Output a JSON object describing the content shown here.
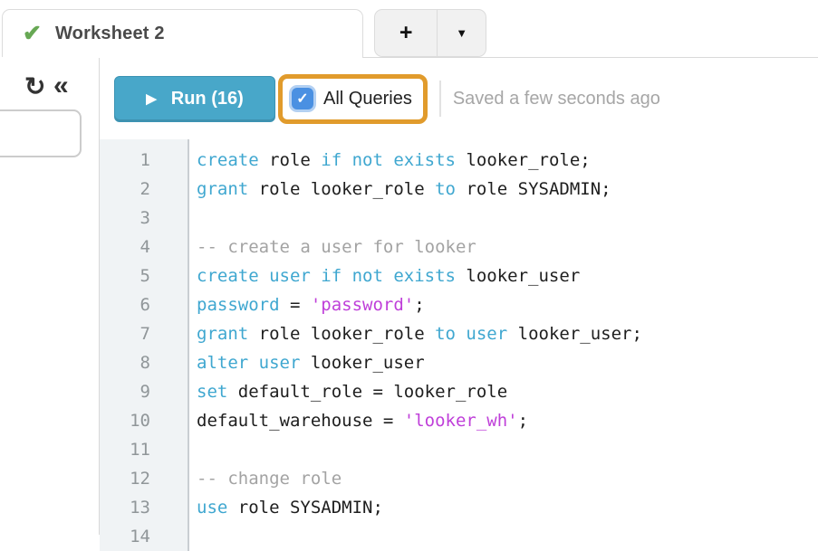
{
  "tabs": {
    "active": {
      "label": "Worksheet 2",
      "status_icon": "green-check"
    },
    "new_tab_label": "+",
    "tab_menu_label": "▼"
  },
  "sidebar": {
    "refresh_icon": "↻",
    "collapse_icon": "«"
  },
  "toolbar": {
    "run_label": "Run (16)",
    "play_icon": "▶",
    "all_queries_label": "All Queries",
    "checkbox_checked": true,
    "checkbox_glyph": "✓",
    "saved_status": "Saved a few seconds ago"
  },
  "icons": {
    "tab_check_glyph": "✔"
  },
  "colors": {
    "keyword": "#3fa7d0",
    "string": "#bf3fd9",
    "comment": "#a3a3a3",
    "run_button": "#48a7c9",
    "highlight_orange": "#e19b2c",
    "checkbox_blue": "#4a90e2",
    "check_green": "#67a854"
  },
  "editor": {
    "language": "sql",
    "lines": [
      {
        "n": 1,
        "segments": [
          {
            "text": "create",
            "type": "kw"
          },
          {
            "text": " role ",
            "type": "p"
          },
          {
            "text": "if not exists",
            "type": "kw"
          },
          {
            "text": " looker_role;",
            "type": "p"
          }
        ]
      },
      {
        "n": 2,
        "segments": [
          {
            "text": "grant",
            "type": "kw"
          },
          {
            "text": " role looker_role ",
            "type": "p"
          },
          {
            "text": "to",
            "type": "kw"
          },
          {
            "text": " role SYSADMIN;",
            "type": "p"
          }
        ]
      },
      {
        "n": 3,
        "segments": []
      },
      {
        "n": 4,
        "segments": [
          {
            "text": "-- create a user for looker",
            "type": "com"
          }
        ]
      },
      {
        "n": 5,
        "segments": [
          {
            "text": "create user if not exists",
            "type": "kw"
          },
          {
            "text": " looker_user",
            "type": "p"
          }
        ]
      },
      {
        "n": 6,
        "segments": [
          {
            "text": "password",
            "type": "kw"
          },
          {
            "text": " = ",
            "type": "p"
          },
          {
            "text": "'password'",
            "type": "str"
          },
          {
            "text": ";",
            "type": "p"
          }
        ]
      },
      {
        "n": 7,
        "segments": [
          {
            "text": "grant",
            "type": "kw"
          },
          {
            "text": " role looker_role ",
            "type": "p"
          },
          {
            "text": "to user",
            "type": "kw"
          },
          {
            "text": " looker_user;",
            "type": "p"
          }
        ]
      },
      {
        "n": 8,
        "segments": [
          {
            "text": "alter user",
            "type": "kw"
          },
          {
            "text": " looker_user",
            "type": "p"
          }
        ]
      },
      {
        "n": 9,
        "segments": [
          {
            "text": "set",
            "type": "kw"
          },
          {
            "text": " default_role = looker_role",
            "type": "p"
          }
        ]
      },
      {
        "n": 10,
        "segments": [
          {
            "text": "default_warehouse = ",
            "type": "p"
          },
          {
            "text": "'looker_wh'",
            "type": "str"
          },
          {
            "text": ";",
            "type": "p"
          }
        ]
      },
      {
        "n": 11,
        "segments": []
      },
      {
        "n": 12,
        "segments": [
          {
            "text": "-- change role",
            "type": "com"
          }
        ]
      },
      {
        "n": 13,
        "segments": [
          {
            "text": "use",
            "type": "kw"
          },
          {
            "text": " role SYSADMIN;",
            "type": "p"
          }
        ]
      },
      {
        "n": 14,
        "segments": []
      }
    ]
  }
}
